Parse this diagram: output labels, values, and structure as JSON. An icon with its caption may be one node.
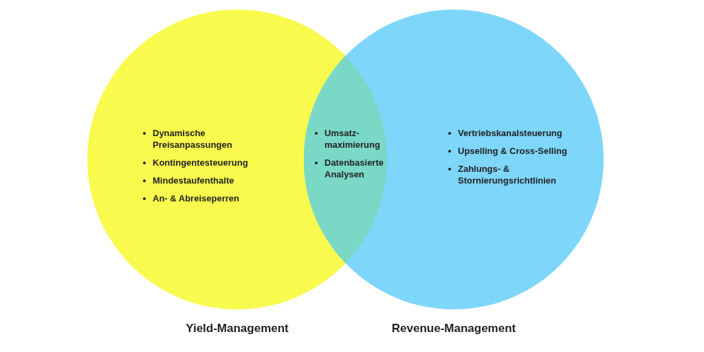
{
  "diagram": {
    "nodes": [
      {
        "text": [
          "Dynamische Preisanpassungen",
          "Kontingentesteuerung",
          "Mindestaufenthalte",
          "An- & Abreiseperren",
          "Yield-Management"
        ]
      },
      {
        "text": [
          "Vertriebskanalsteuerung",
          "Upselling & Cross-Selling",
          "Zahlungs- & Stornierungsrichtlinien",
          "Revenue-Management"
        ]
      },
      {
        "text": [
          "Umsatz-maximierung",
          "Datenbasierte Analysen"
        ]
      }
    ]
  }
}
